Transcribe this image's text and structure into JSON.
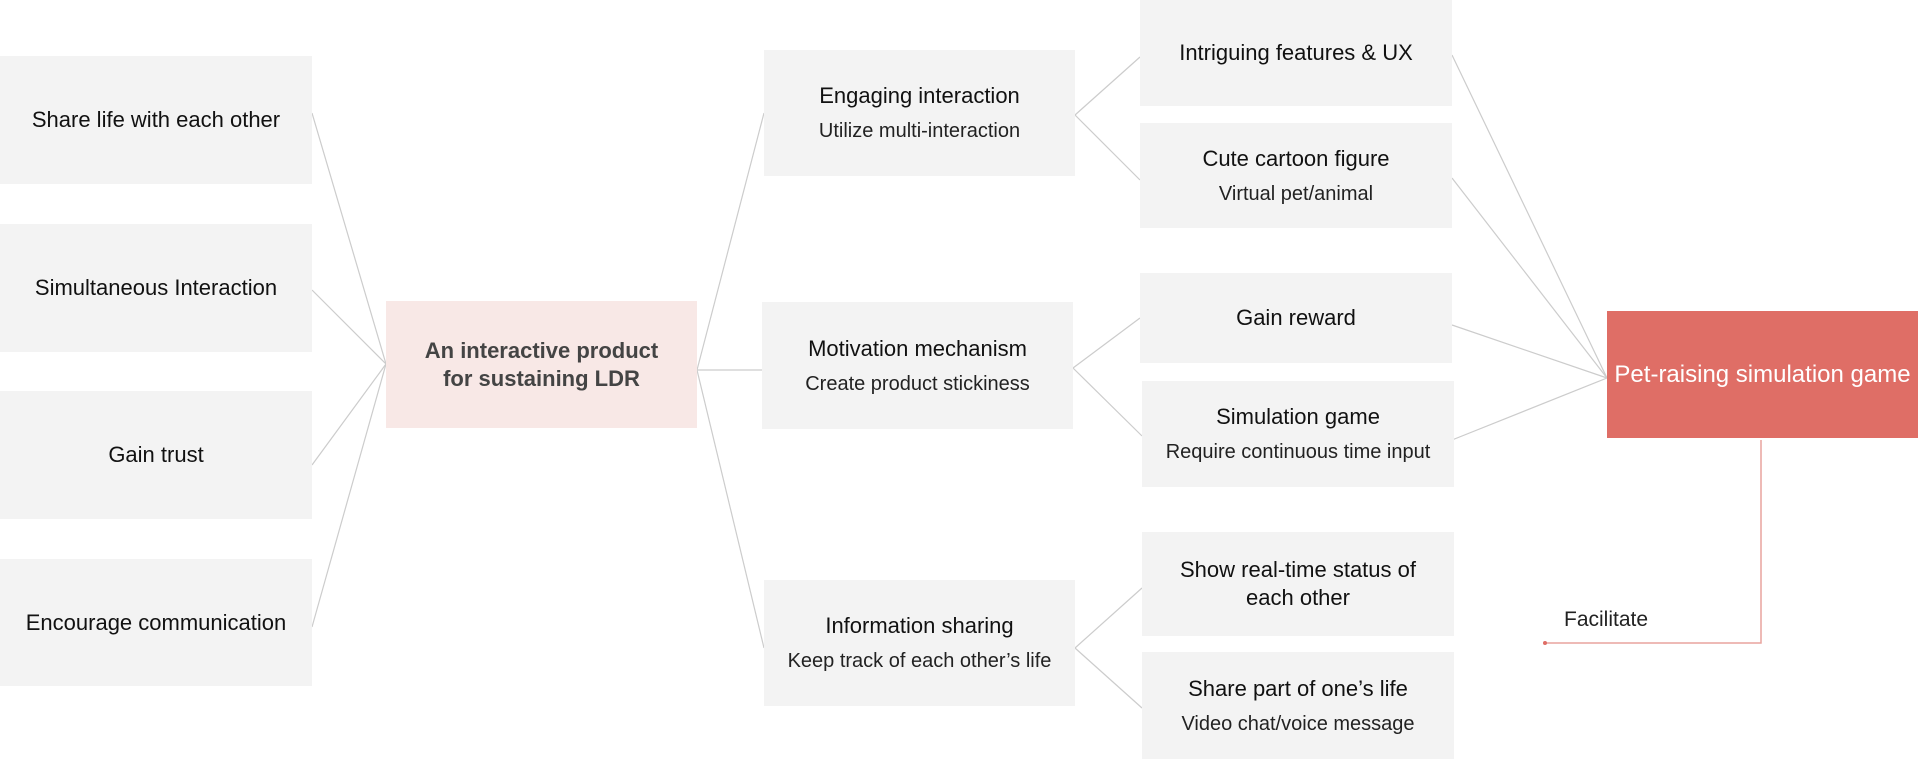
{
  "colors": {
    "box": "#f3f3f3",
    "center": "#f8e8e6",
    "accent": "#df6e66",
    "line": "#cccccc"
  },
  "needs": [
    {
      "title": "Share life with each other"
    },
    {
      "title": "Simultaneous Interaction"
    },
    {
      "title": "Gain trust"
    },
    {
      "title": "Encourage communication"
    }
  ],
  "center": {
    "title": "An interactive product for sustaining LDR"
  },
  "strategies": [
    {
      "title": "Engaging interaction",
      "subtitle": "Utilize multi-interaction"
    },
    {
      "title": "Motivation mechanism",
      "subtitle": "Create product stickiness"
    },
    {
      "title": "Information sharing",
      "subtitle": "Keep track of each other’s life"
    }
  ],
  "features": [
    {
      "title": "Intriguing features & UX",
      "subtitle": ""
    },
    {
      "title": "Cute cartoon figure",
      "subtitle": "Virtual pet/animal"
    },
    {
      "title": "Gain reward",
      "subtitle": ""
    },
    {
      "title": "Simulation game",
      "subtitle": "Require continuous time input"
    },
    {
      "title": "Show real-time status of each other",
      "subtitle": ""
    },
    {
      "title": "Share part of one’s life",
      "subtitle": "Video chat/voice message"
    }
  ],
  "goal": {
    "title": "Pet-raising simulation game"
  },
  "facilitate_label": "Facilitate"
}
